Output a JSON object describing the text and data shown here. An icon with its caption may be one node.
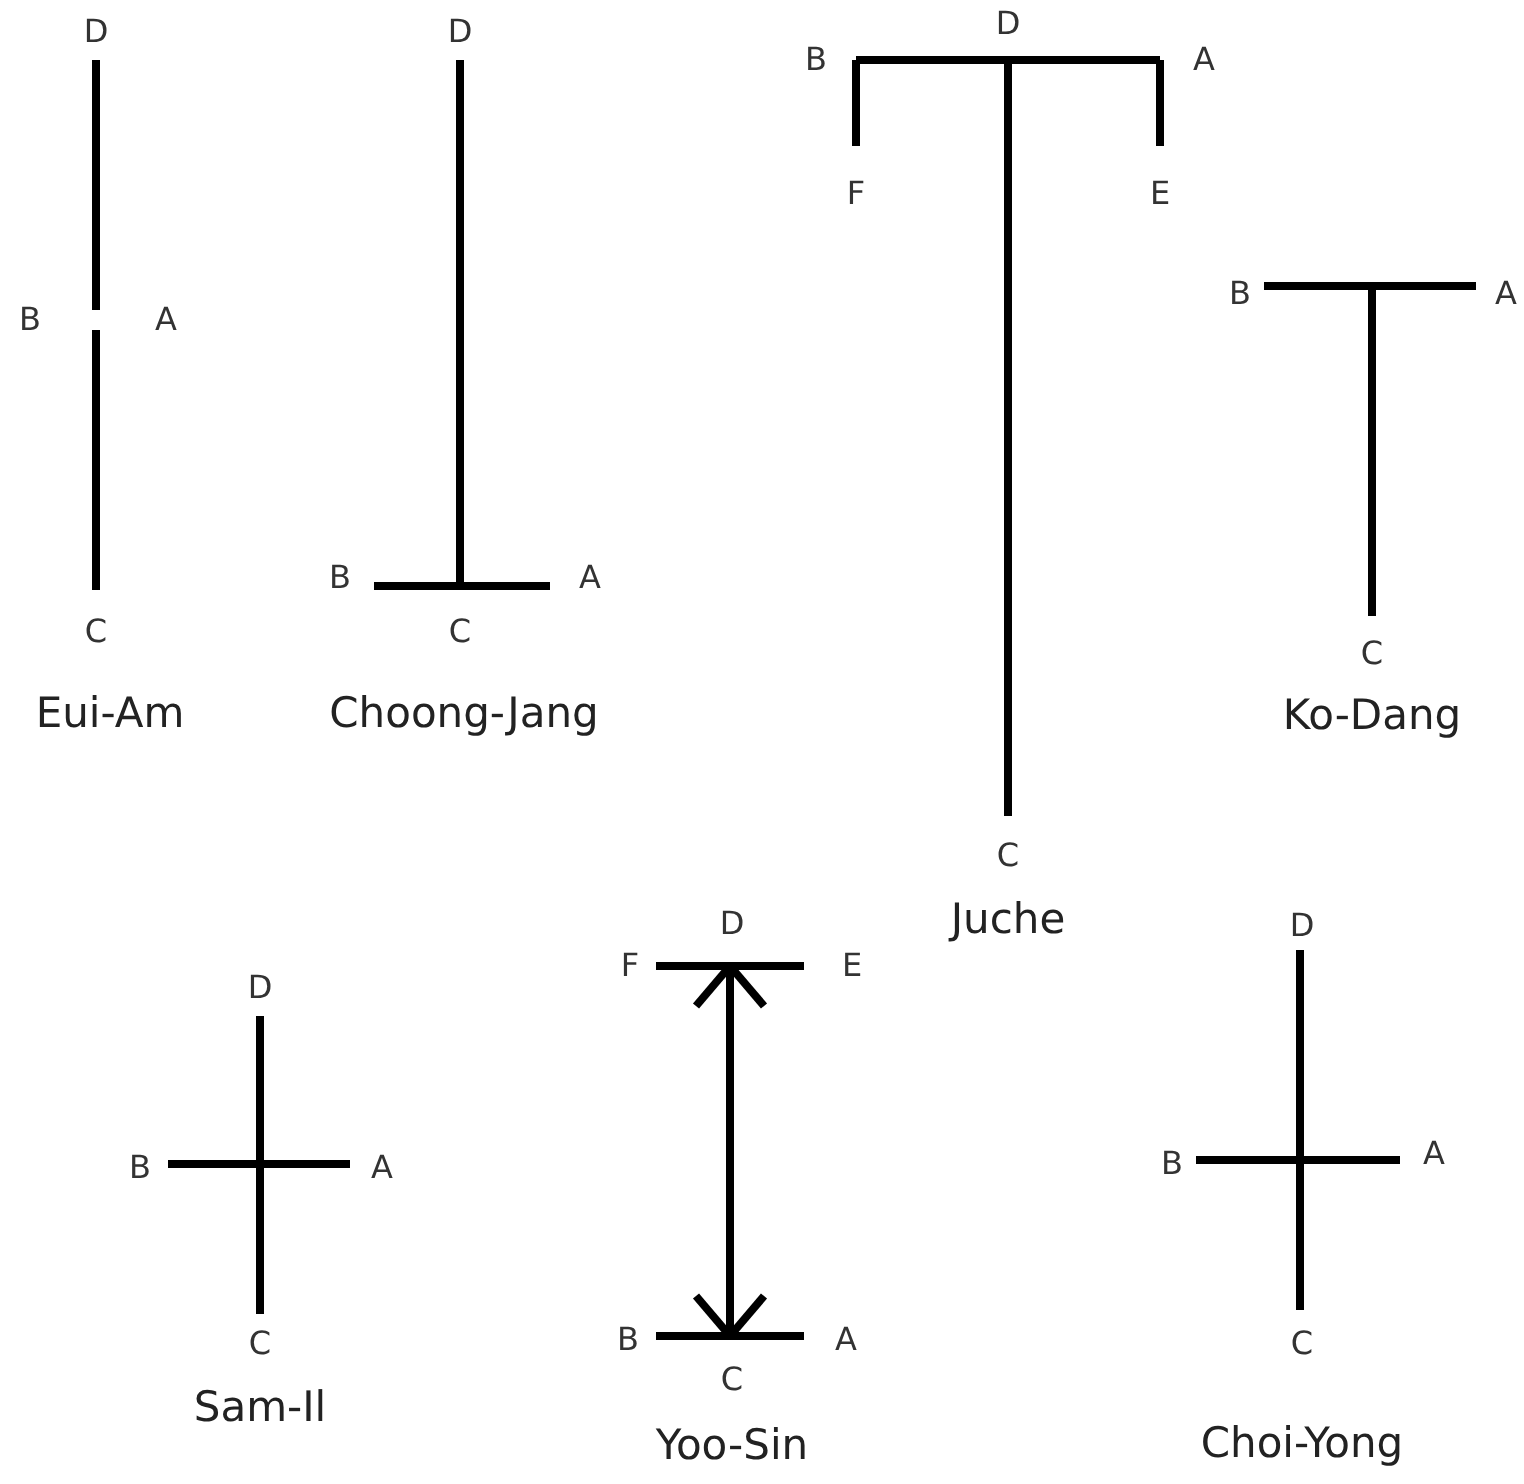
{
  "diagram": {
    "labels": [
      "D",
      "B",
      "A",
      "C",
      "Eui-Am",
      "D",
      "B",
      "A",
      "C",
      "Choong-Jang",
      "B",
      "D",
      "A",
      "F",
      "E",
      "C",
      "Juche",
      "B",
      "A",
      "C",
      "Ko-Dang",
      "D",
      "B",
      "A",
      "C",
      "Sam-Il",
      "F",
      "D",
      "E",
      "B",
      "A",
      "C",
      "Yoo-Sin",
      "D",
      "B",
      "A",
      "C",
      "Choi-Yong"
    ]
  }
}
